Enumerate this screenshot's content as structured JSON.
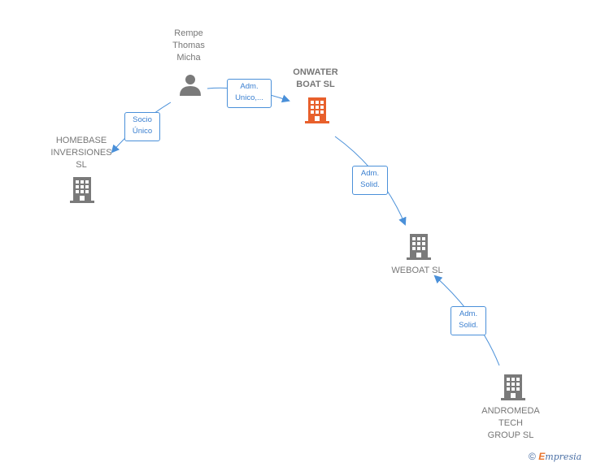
{
  "nodes": {
    "person": {
      "lines": [
        "Rempe",
        "Thomas",
        "Micha"
      ]
    },
    "onwater": {
      "lines": [
        "ONWATER",
        "BOAT  SL"
      ]
    },
    "homebase": {
      "lines": [
        "HOMEBASE",
        "INVERSIONES",
        "SL"
      ]
    },
    "weboat": {
      "lines": [
        "WEBOAT  SL"
      ]
    },
    "andromeda": {
      "lines": [
        "ANDROMEDA",
        "TECH",
        "GROUP  SL"
      ]
    }
  },
  "edges": {
    "person_onwater": {
      "lines": [
        "Adm.",
        "Unico,..."
      ]
    },
    "person_homebase": {
      "lines": [
        "Socio",
        "Único"
      ]
    },
    "onwater_weboat": {
      "lines": [
        "Adm.",
        "Solid."
      ]
    },
    "andromeda_weboat": {
      "lines": [
        "Adm.",
        "Solid."
      ]
    }
  },
  "colors": {
    "highlight": "#e8602c",
    "company": "#7a7a7a",
    "edge": "#4a90d9"
  },
  "footer": {
    "copyright": "©",
    "brand_initial": "E",
    "brand_rest": "mpresia"
  }
}
